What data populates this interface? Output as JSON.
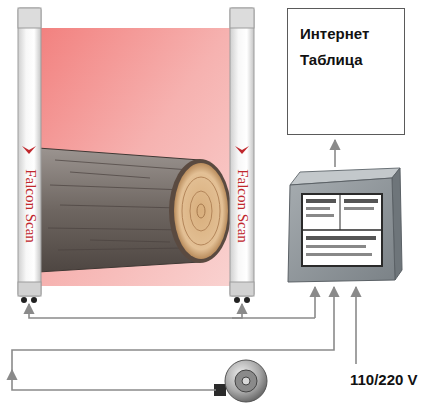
{
  "diagram": {
    "nodes": [
      {
        "text": [
          "Falcon Scan"
        ]
      },
      {
        "text": [
          "Falcon Scan"
        ]
      },
      {
        "text": [
          "Интернет Таблица"
        ]
      }
    ],
    "labels": [
      "110/220 V"
    ]
  }
}
